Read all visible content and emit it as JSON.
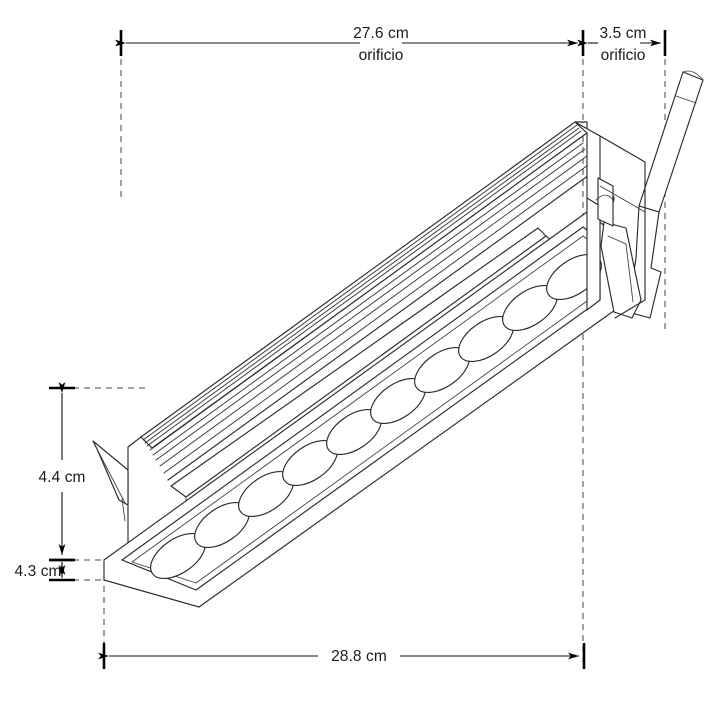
{
  "drawing": {
    "title": "Recessed linear LED luminaire dimensional drawing",
    "units": "cm",
    "language": "es",
    "view": "isometric",
    "line_color": "#2b2b2b",
    "background_color": "#ffffff",
    "dimension_color": "#111111",
    "extension_line_color": "#4a4a4a"
  },
  "dimensions": {
    "top_main": {
      "value": "27.6 cm",
      "note": "orificio",
      "axis": "horizontal",
      "position": "top"
    },
    "top_secondary": {
      "value": "3.5 cm",
      "note": "orificio",
      "axis": "horizontal",
      "position": "top-right"
    },
    "left_upper": {
      "value": "4.4 cm",
      "note": "",
      "axis": "vertical",
      "position": "left"
    },
    "left_lower": {
      "value": "4.3 cm",
      "note": "",
      "axis": "vertical",
      "position": "left-bottom"
    },
    "bottom_overall": {
      "value": "28.8 cm",
      "note": "",
      "axis": "horizontal",
      "position": "bottom"
    }
  },
  "product": {
    "type": "recessed-linear-led-luminaire",
    "aperture_count": 10,
    "features": [
      "heat-sink-fins",
      "spring-clip-left",
      "spring-clip-right",
      "end-cap-screw-hole",
      "trim-flange",
      "reflector-baffle"
    ]
  }
}
